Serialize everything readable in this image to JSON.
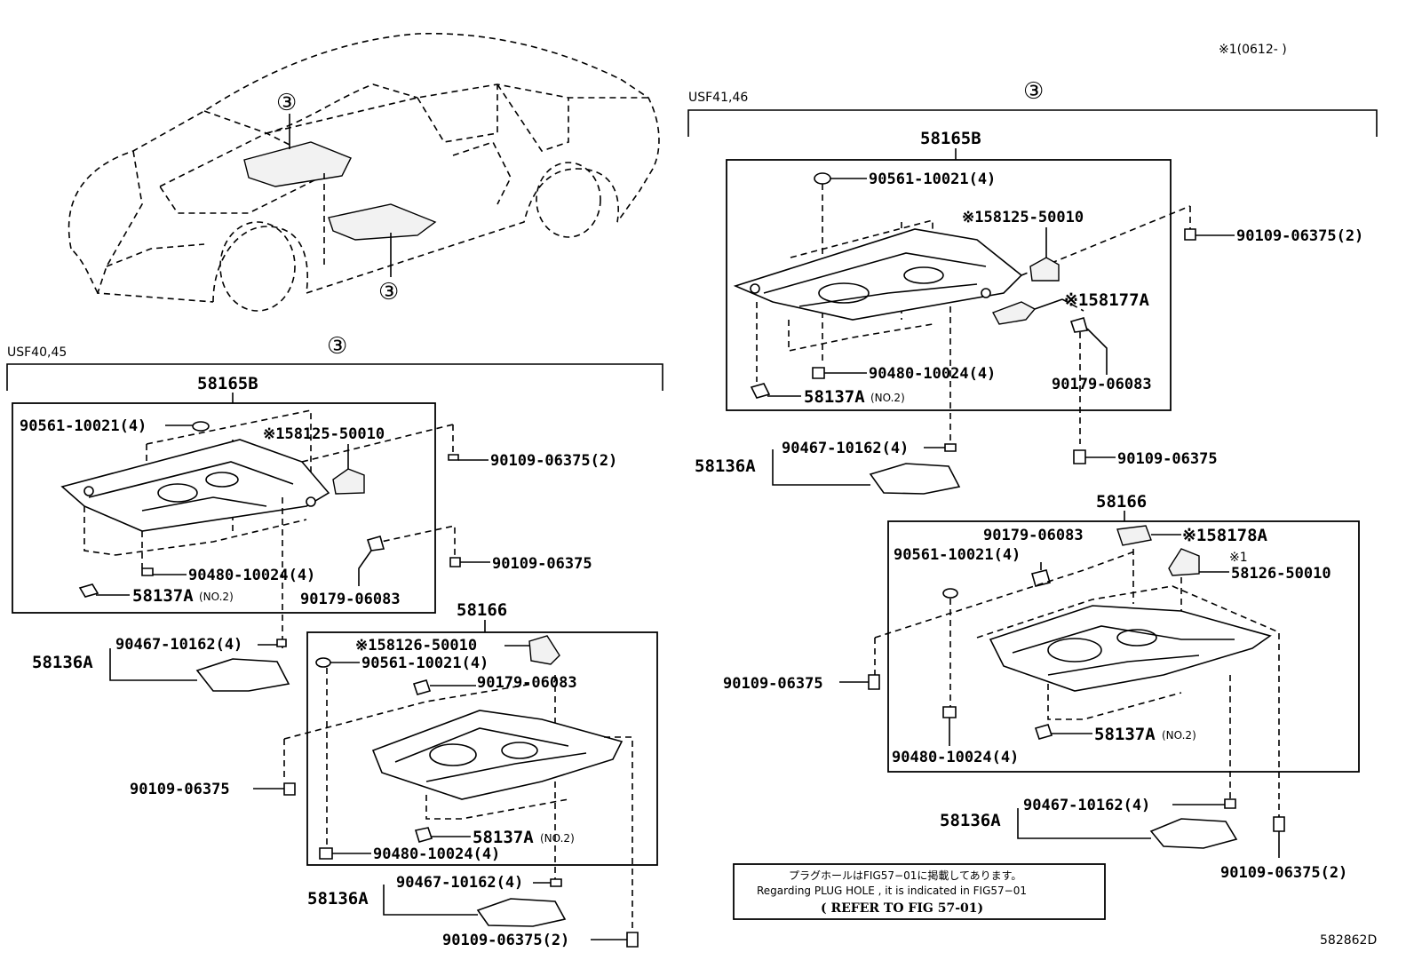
{
  "header": {
    "note_top_right": "※1(0612-      )",
    "drawing_id": "582862D"
  },
  "circle_ref": "③",
  "left_group": {
    "variant": "USF40,45",
    "cover_label": "58165B",
    "labels": {
      "a": "90561-10021(4)",
      "b": "※158125-50010",
      "c": "90109-06375(2)",
      "d": "90480-10024(4)",
      "e": "90109-06375",
      "f": "58137A",
      "f_sub": "(NO.2)",
      "g": "90179-06083",
      "h": "90467-10162(4)",
      "i": "58136A"
    },
    "rear": {
      "cover_label": "58166",
      "labels": {
        "a": "※158126-50010",
        "b": "90561-10021(4)",
        "c": "90179-06083",
        "d": "90109-06375",
        "e": "58137A",
        "e_sub": "(NO.2)",
        "f": "90480-10024(4)",
        "g": "90467-10162(4)",
        "h": "58136A",
        "i": "90109-06375(2)"
      }
    }
  },
  "right_group": {
    "variant": "USF41,46",
    "cover_label": "58165B",
    "labels": {
      "a": "90561-10021(4)",
      "b": "※158125-50010",
      "c": "90109-06375(2)",
      "d": "※158177A",
      "e": "90480-10024(4)",
      "f": "90179-06083",
      "g": "58137A",
      "g_sub": "(NO.2)",
      "h": "90467-10162(4)",
      "i": "58136A",
      "j": "90109-06375"
    },
    "rear": {
      "cover_label": "58166",
      "labels": {
        "a": "90179-06083",
        "b": "※158178A",
        "c": "90561-10021(4)",
        "d": "※1",
        "e": "58126-50010",
        "f": "90109-06375",
        "g": "58137A",
        "g_sub": "(NO.2)",
        "h": "90480-10024(4)",
        "i": "90467-10162(4)",
        "j": "58136A",
        "k": "90109-06375(2)"
      }
    }
  },
  "note_box": {
    "line_jp": "プラグホールはFIG57−01に掲載してあります。",
    "line_en": "Regarding PLUG HOLE , it is indicated in FIG57−01",
    "line_ref": "( REFER TO FIG 57-01)"
  }
}
